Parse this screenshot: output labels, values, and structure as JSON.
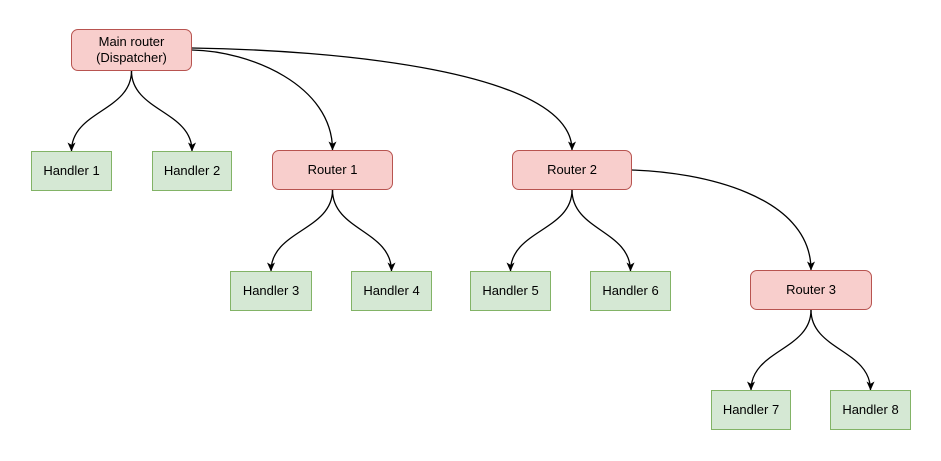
{
  "diagram": {
    "type": "flow-tree",
    "background": "#ffffff",
    "colors": {
      "router_fill": "#f8cecc",
      "router_border": "#b85450",
      "handler_fill": "#d5e8d4",
      "handler_border": "#82b366",
      "edge": "#000000",
      "text": "#000000"
    },
    "nodes": [
      {
        "id": "main-router",
        "type": "router",
        "label": "Main router\n(Dispatcher)"
      },
      {
        "id": "handler-1",
        "type": "handler",
        "label": "Handler 1"
      },
      {
        "id": "handler-2",
        "type": "handler",
        "label": "Handler 2"
      },
      {
        "id": "router-1",
        "type": "router",
        "label": "Router 1"
      },
      {
        "id": "router-2",
        "type": "router",
        "label": "Router 2"
      },
      {
        "id": "handler-3",
        "type": "handler",
        "label": "Handler 3"
      },
      {
        "id": "handler-4",
        "type": "handler",
        "label": "Handler 4"
      },
      {
        "id": "handler-5",
        "type": "handler",
        "label": "Handler 5"
      },
      {
        "id": "handler-6",
        "type": "handler",
        "label": "Handler 6"
      },
      {
        "id": "router-3",
        "type": "router",
        "label": "Router 3"
      },
      {
        "id": "handler-7",
        "type": "handler",
        "label": "Handler 7"
      },
      {
        "id": "handler-8",
        "type": "handler",
        "label": "Handler 8"
      }
    ],
    "edges": [
      {
        "from": "main-router",
        "to": "handler-1"
      },
      {
        "from": "main-router",
        "to": "handler-2"
      },
      {
        "from": "main-router",
        "to": "router-1"
      },
      {
        "from": "main-router",
        "to": "router-2"
      },
      {
        "from": "router-1",
        "to": "handler-3"
      },
      {
        "from": "router-1",
        "to": "handler-4"
      },
      {
        "from": "router-2",
        "to": "handler-5"
      },
      {
        "from": "router-2",
        "to": "handler-6"
      },
      {
        "from": "router-2",
        "to": "router-3"
      },
      {
        "from": "router-3",
        "to": "handler-7"
      },
      {
        "from": "router-3",
        "to": "handler-8"
      }
    ]
  }
}
